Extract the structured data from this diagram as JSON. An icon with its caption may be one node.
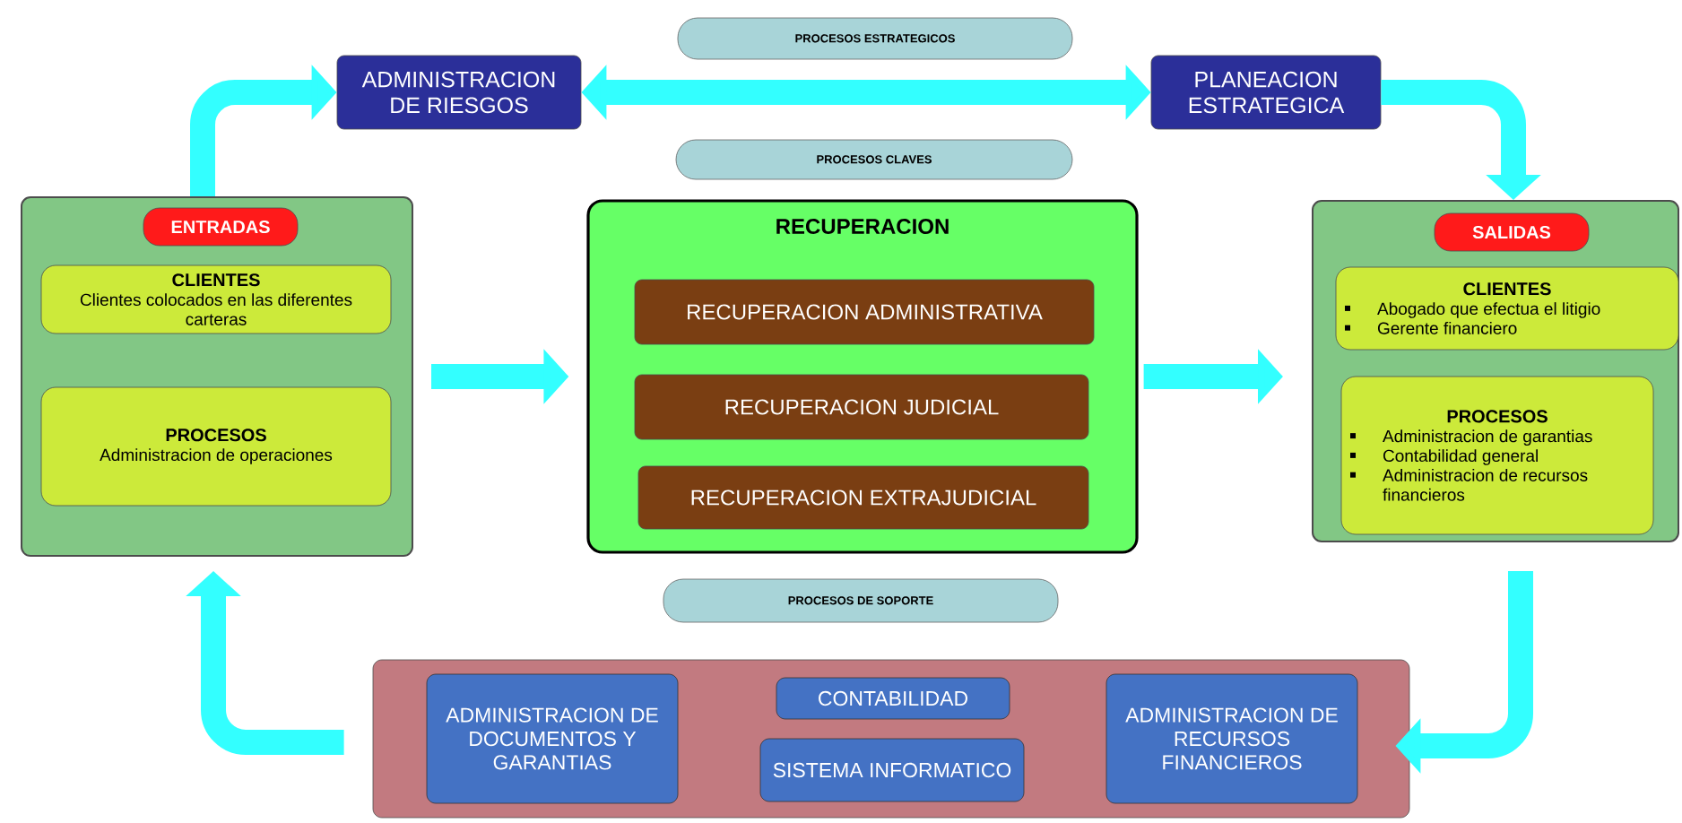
{
  "diagram": {
    "nodes": [
      {
        "text": [
          "PROCESOS ESTRATEGICOS"
        ]
      },
      {
        "text": [
          "ADMINISTRACION DE RIESGOS"
        ]
      },
      {
        "text": [
          "PLANEACION ESTRATEGICA"
        ]
      },
      {
        "text": [
          "PROCESOS CLAVES"
        ]
      },
      {
        "text": [],
        "shape": "box"
      },
      {
        "text": [
          "ENTRADAS"
        ],
        "in": 4
      },
      {
        "text": [
          "CLIENTES",
          "Clientes colocados en las diferentes carteras"
        ],
        "in": 4
      },
      {
        "text": [
          "PROCESOS",
          "Administracion de operaciones"
        ],
        "in": 4
      },
      {
        "text": [
          "RECUPERACION"
        ]
      },
      {
        "text": [
          "RECUPERACION ADMINISTRATIVA"
        ],
        "in": 8
      },
      {
        "text": [
          "RECUPERACION JUDICIAL"
        ],
        "in": 8
      },
      {
        "text": [
          "RECUPERACION EXTRAJUDICIAL"
        ],
        "in": 8
      },
      {
        "text": [],
        "shape": "box"
      },
      {
        "text": [
          "SALIDAS"
        ],
        "in": 12
      },
      {
        "text": [
          "CLIENTES",
          "Abogado que efectua el litigio",
          "Gerente financiero"
        ],
        "in": 12
      },
      {
        "text": [
          "PROCESOS",
          "Administracion de garantias",
          "Contabilidad general",
          "Administracion de recursos financieros"
        ],
        "in": 12
      },
      {
        "text": [
          "PROCESOS DE SOPORTE"
        ]
      },
      {
        "text": [],
        "shape": "box"
      },
      {
        "text": [
          "ADMINISTRACION DE DOCUMENTOS Y GARANTIAS"
        ],
        "in": 17
      },
      {
        "text": [
          "CONTABILIDAD"
        ],
        "in": 17
      },
      {
        "text": [
          "SISTEMA INFORMATICO"
        ],
        "in": 17
      },
      {
        "text": [
          "ADMINISTRACION DE RECURSOS FINANCIEROS"
        ],
        "in": 17
      }
    ],
    "edges": [
      {
        "from": 4,
        "to": 1,
        "arrow": "to"
      },
      {
        "from": 1,
        "to": 2,
        "arrow": "both"
      },
      {
        "from": 2,
        "to": 12,
        "arrow": "to"
      },
      {
        "from": 4,
        "to": 8,
        "arrow": "to"
      },
      {
        "from": 8,
        "to": 12,
        "arrow": "to"
      },
      {
        "from": 12,
        "to": 17,
        "arrow": "to"
      },
      {
        "from": 17,
        "to": 4,
        "arrow": "to"
      }
    ]
  }
}
